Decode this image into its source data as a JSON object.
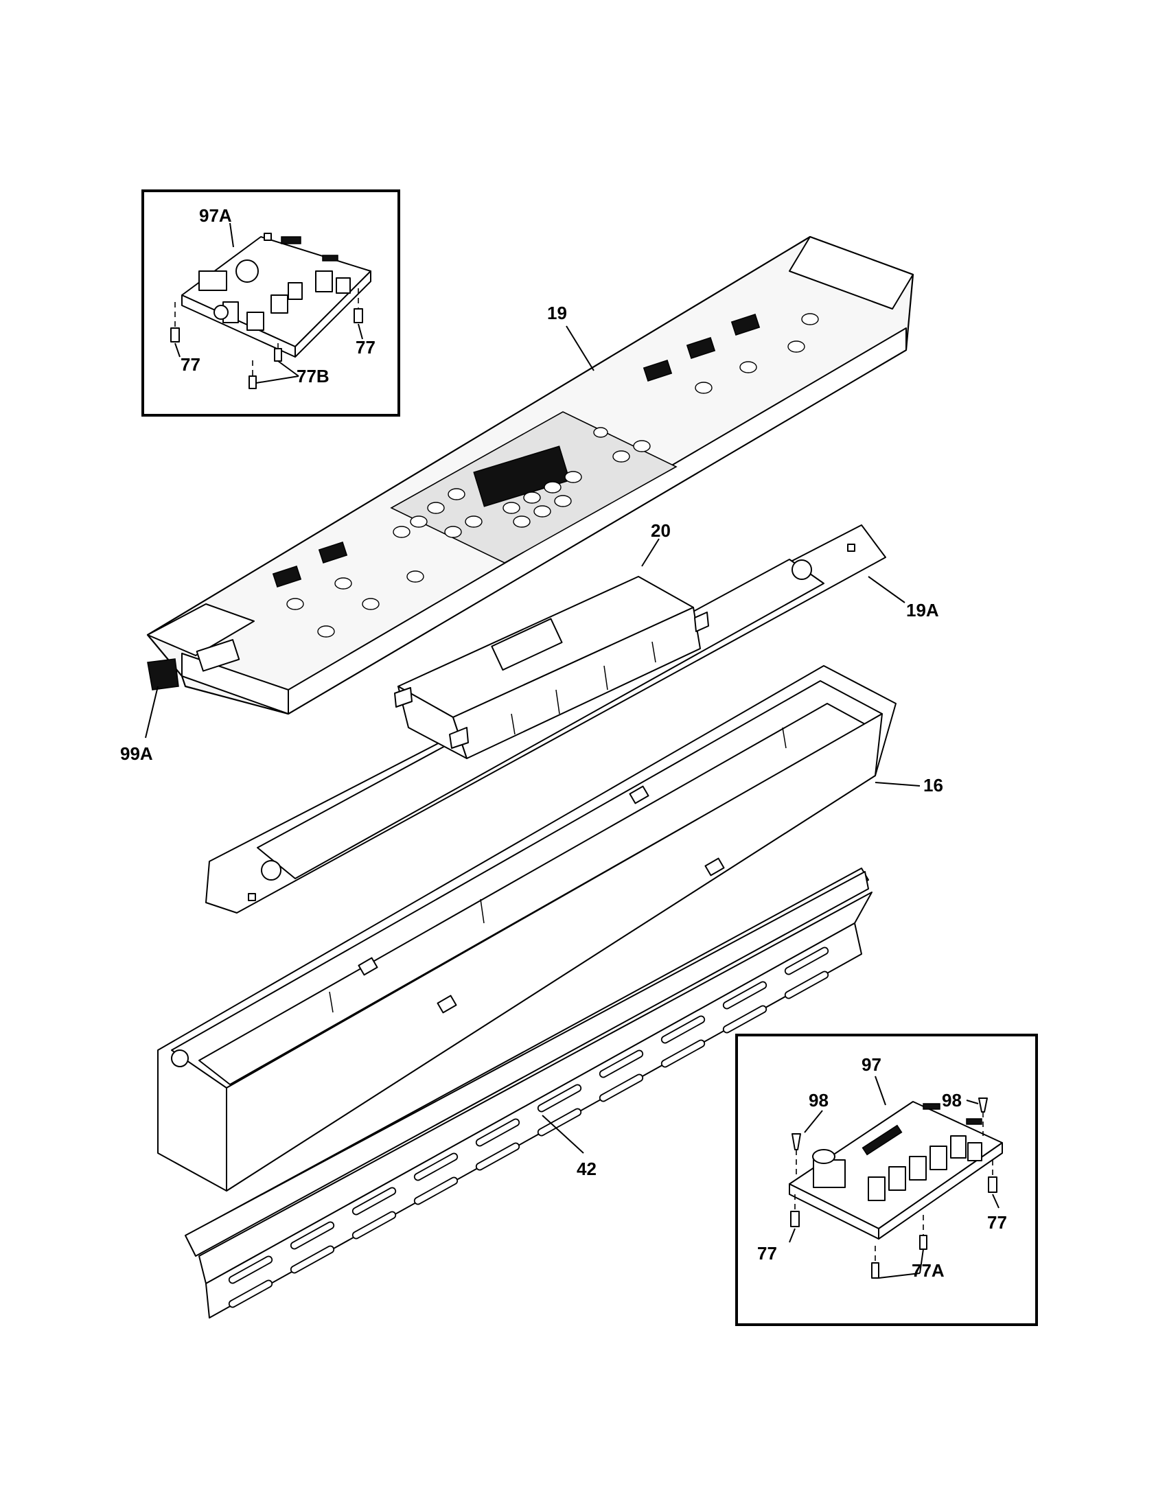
{
  "callouts": {
    "c97a": "97A",
    "c77_tl": "77",
    "c77_tr": "77",
    "c77b": "77B",
    "c19": "19",
    "c20": "20",
    "c19a": "19A",
    "c99a": "99A",
    "c16": "16",
    "c42": "42",
    "c97": "97",
    "c98_l": "98",
    "c98_r": "98",
    "c77_bl": "77",
    "c77_br": "77",
    "c77a": "77A"
  }
}
